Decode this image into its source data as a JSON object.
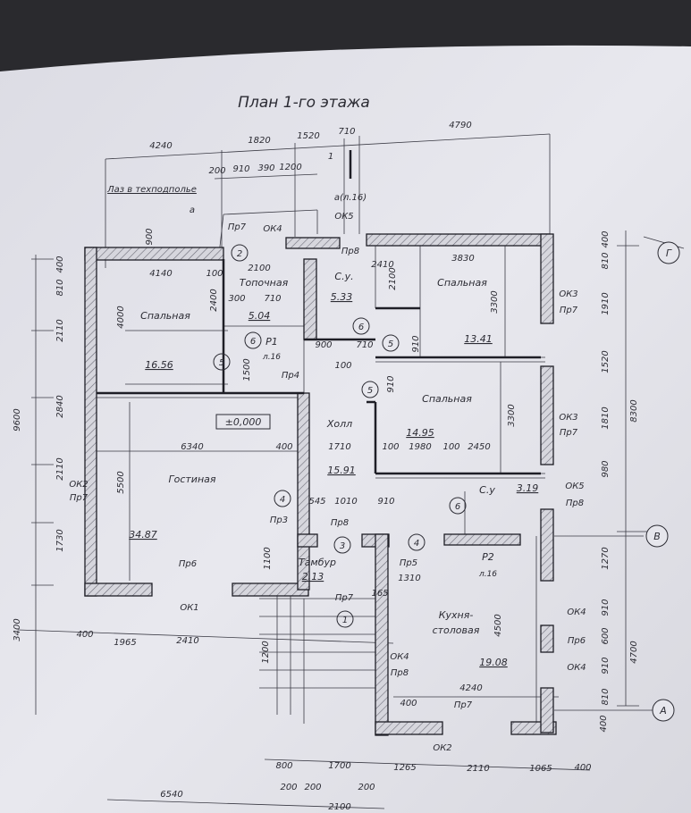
{
  "title": "План 1-го этажа",
  "note": "Лаз в техподполье",
  "level_mark": "±0,000",
  "rooms": [
    {
      "name": "Спальная",
      "area": "16.56"
    },
    {
      "name": "Топочная",
      "area": "5.04"
    },
    {
      "name": "С.у.",
      "area": "5.33"
    },
    {
      "name": "Спальная",
      "area": "13.41"
    },
    {
      "name": "Холл",
      "area": "15.91"
    },
    {
      "name": "Спальная",
      "area": "14.95"
    },
    {
      "name": "Гостиная",
      "area": "34.87"
    },
    {
      "name": "Тамбур",
      "area": "2.13"
    },
    {
      "name": "С.у",
      "area": "3.19"
    },
    {
      "name": "Кухня-",
      "name2": "столовая",
      "area": "19.08"
    }
  ],
  "dimensions_top": [
    "4240",
    "1820",
    "1520",
    "710",
    "4790",
    "200",
    "910",
    "390",
    "1200"
  ],
  "dimensions_bottom": [
    "800",
    "1700",
    "1265",
    "2110",
    "1065",
    "400",
    "200",
    "200",
    "200",
    "6540",
    "2100",
    "1965",
    "2410",
    "400"
  ],
  "dimensions_left": [
    "9600",
    "3400",
    "400",
    "810",
    "2110",
    "2840",
    "2110",
    "1730",
    "900"
  ],
  "dimensions_right": [
    "8300",
    "4700",
    "400",
    "810",
    "1910",
    "1520",
    "1810",
    "980",
    "1270",
    "910",
    "600",
    "910",
    "810",
    "400"
  ],
  "dimensions_inner": [
    "4140",
    "100",
    "2100",
    "300",
    "710",
    "2400",
    "4000",
    "3830",
    "2100",
    "3300",
    "6340",
    "400",
    "1710",
    "100",
    "1980",
    "100",
    "2450",
    "900",
    "710",
    "100",
    "1500",
    "5500",
    "545",
    "1010",
    "910",
    "1310",
    "165",
    "4240",
    "400",
    "4500",
    "1200",
    "1100",
    "3300",
    "2410",
    "910",
    "910"
  ],
  "openings": [
    "ОК3",
    "Пр7",
    "ОК3",
    "Пр7",
    "ОК5",
    "Пр8",
    "ОК4",
    "Пр6",
    "ОК4",
    "ОК2",
    "Пр7",
    "ОК4",
    "Пр8",
    "ОК2",
    "Пр7",
    "Пр6",
    "ОК1",
    "Пр3",
    "Пр8",
    "Пр5",
    "Пр7",
    "Пр4",
    "Пр8",
    "Пр7",
    "ОК4",
    "ОК5"
  ],
  "section_marks": [
    "а",
    "а(л.16)",
    "1"
  ],
  "risers": [
    {
      "label": "Р1",
      "sheet": "л.16"
    },
    {
      "label": "Р2",
      "sheet": "л.16"
    }
  ],
  "markers": [
    "2",
    "6",
    "5",
    "6",
    "5",
    "5",
    "4",
    "3",
    "4",
    "1",
    "6"
  ],
  "axes": [
    "Г",
    "В",
    "А"
  ],
  "colors": {
    "paper": "#e6e6ec",
    "ink": "#2b2b33",
    "hatch": "#7a7a85",
    "background": "#2a2a2e"
  }
}
